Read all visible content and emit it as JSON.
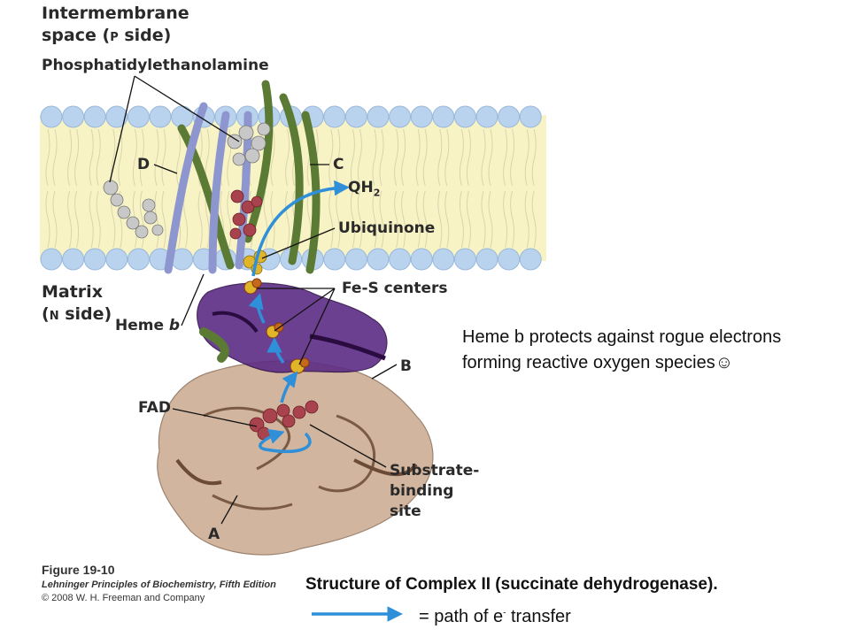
{
  "labels": {
    "intermembrane_line1": "Intermembrane",
    "intermembrane_line2": "space (",
    "intermembrane_p": "P",
    "intermembrane_rest": " side)",
    "phosphatidyl": "Phosphatidylethanolamine",
    "D": "D",
    "C": "C",
    "qh2_main": "QH",
    "qh2_sub": "2",
    "ubiquinone": "Ubiquinone",
    "matrix_line1": "Matrix",
    "matrix_line2": "(",
    "matrix_n": "N",
    "matrix_rest": " side)",
    "fes": "Fe-S centers",
    "heme": "Heme ",
    "heme_b": "b",
    "B": "B",
    "fad": "FAD",
    "substrate1": "Substrate-",
    "substrate2": "binding",
    "substrate3": "site",
    "A": "A"
  },
  "annotation": {
    "line1": "Heme b protects against rogue electrons",
    "line2": "forming reactive oxygen species☺"
  },
  "figure": {
    "title": "Figure 19-10",
    "book": "Lehninger Principles of Biochemistry, Fifth Edition",
    "copyright": "© 2008 W. H. Freeman and Company"
  },
  "caption": "Structure of Complex II (succinate dehydrogenase).",
  "legend": {
    "text_prefix": "= path of e",
    "text_sup": "-",
    "text_suffix": " transfer"
  },
  "colors": {
    "arrow_blue": "#2f8fd8",
    "lipid_head": "#b9d3ee",
    "membrane_bg": "#f7f3c4",
    "subunit_A": "#c9a98e",
    "subunit_B": "#4a1f6e",
    "subunit_C": "#5b7a34",
    "subunit_D": "#8e96cf",
    "heme": "#a8434e",
    "fes": "#e0b52a"
  }
}
